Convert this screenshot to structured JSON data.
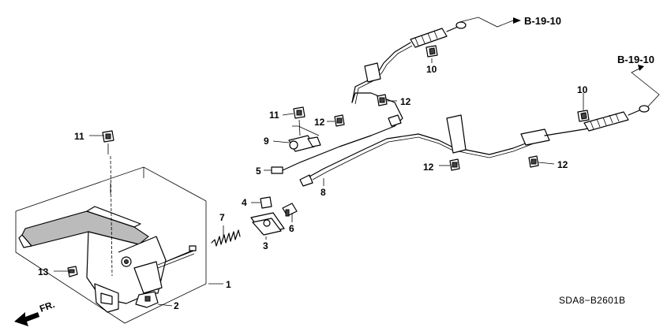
{
  "references": {
    "upper": "B-19-10",
    "right": "B-19-10"
  },
  "front_label": "FR.",
  "drawing_code": "SDA8−B2601B",
  "callouts": {
    "c1": "1",
    "c2": "2",
    "c3": "3",
    "c4": "4",
    "c5": "5",
    "c6": "6",
    "c7": "7",
    "c8": "8",
    "c9": "9",
    "c10a": "10",
    "c10b": "10",
    "c11a": "11",
    "c11b": "11",
    "c12a": "12",
    "c12b": "12",
    "c12c": "12",
    "c12d": "12",
    "c13": "13"
  }
}
